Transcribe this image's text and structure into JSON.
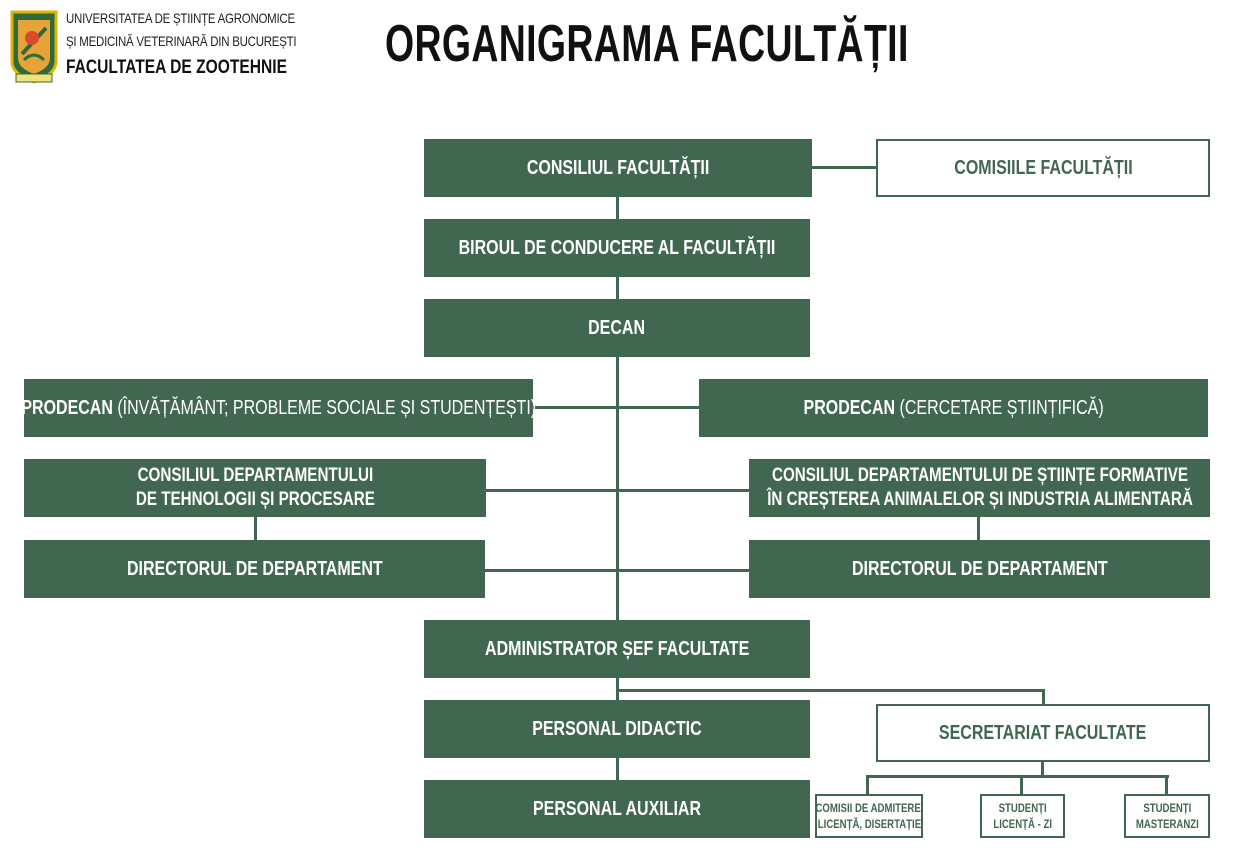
{
  "header": {
    "university_line1": "UNIVERSITATEA DE ȘTIINȚE AGRONOMICE",
    "university_line2": "ȘI MEDICINĂ VETERINARĂ DIN BUCUREȘTI",
    "faculty": "FACULTATEA DE ZOOTEHNIE",
    "title": "ORGANIGRAMA FACULTĂȚII"
  },
  "colors": {
    "primary": "#416751",
    "text": "#111111"
  },
  "org": {
    "consiliul_facultatii": "CONSILIUL FACULTĂȚII",
    "comisiile_facultatii": "COMISIILE FACULTĂȚII",
    "biroul_conducere": "BIROUL DE CONDUCERE AL FACULTĂȚII",
    "decan": "DECAN",
    "prodecan_left": {
      "title": "PRODECAN",
      "detail": "(ÎNVĂȚĂMÂNT; PROBLEME SOCIALE ȘI STUDENȚEȘTI)"
    },
    "prodecan_right": {
      "title": "PRODECAN",
      "detail": "(CERCETARE ȘTIINȚIFICĂ)"
    },
    "consiliu_dept_left": {
      "line1": "CONSILIUL DEPARTAMENTULUI",
      "line2": "DE TEHNOLOGII ȘI PROCESARE"
    },
    "consiliu_dept_right": {
      "line1": "CONSILIUL DEPARTAMENTULUI DE ȘTIINȚE FORMATIVE",
      "line2": "ÎN CREȘTEREA ANIMALELOR ȘI INDUSTRIA ALIMENTARĂ"
    },
    "director_left": "DIRECTORUL DE DEPARTAMENT",
    "director_right": "DIRECTORUL DE DEPARTAMENT",
    "administrator": "ADMINISTRATOR ȘEF FACULTATE",
    "personal_didactic": "PERSONAL DIDACTIC",
    "personal_auxiliar": "PERSONAL AUXILIAR",
    "secretariat": "SECRETARIAT FACULTATE",
    "comisii_admitere": {
      "line1": "COMISII DE ADMITERE,",
      "line2": "LICENȚĂ, DISERTAȚIE"
    },
    "studenti_licenta": {
      "line1": "STUDENȚI",
      "line2": "LICENȚĂ - ZI"
    },
    "studenti_masteranzi": {
      "line1": "STUDENȚI",
      "line2": "MASTERANZI"
    }
  }
}
